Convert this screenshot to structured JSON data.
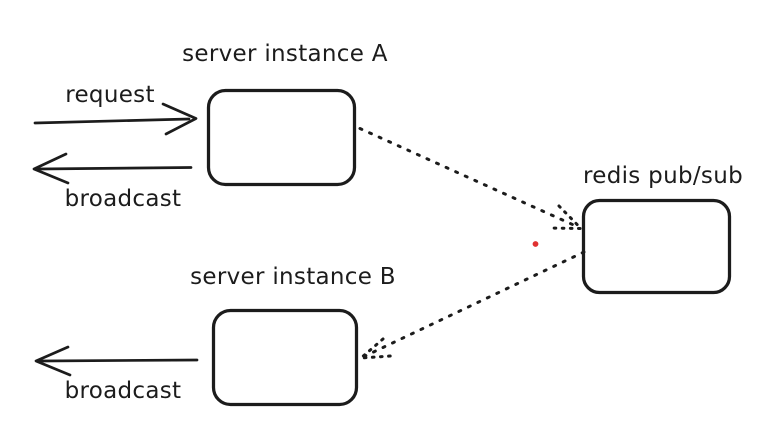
{
  "labels": {
    "server_a": "server instance A",
    "server_b": "server instance B",
    "redis": "redis pub/sub",
    "request": "request",
    "broadcast_a": "broadcast",
    "broadcast_b": "broadcast"
  },
  "colors": {
    "stroke": "#1c1c1c",
    "background": "#ffffff",
    "accent_dot": "#e03131"
  },
  "nodes": [
    {
      "id": "server-a",
      "label": "server instance A",
      "shape": "rounded-rect"
    },
    {
      "id": "server-b",
      "label": "server instance B",
      "shape": "rounded-rect"
    },
    {
      "id": "redis",
      "label": "redis pub/sub",
      "shape": "rounded-rect"
    }
  ],
  "connections": [
    {
      "from": "client",
      "to": "server-a",
      "label": "request",
      "style": "solid-arrow"
    },
    {
      "from": "server-a",
      "to": "client",
      "label": "broadcast",
      "style": "solid-arrow"
    },
    {
      "from": "server-a",
      "to": "redis",
      "label": "",
      "style": "dotted-arrow"
    },
    {
      "from": "redis",
      "to": "server-b",
      "label": "",
      "style": "dotted-arrow"
    },
    {
      "from": "server-b",
      "to": "client",
      "label": "broadcast",
      "style": "solid-arrow"
    }
  ]
}
